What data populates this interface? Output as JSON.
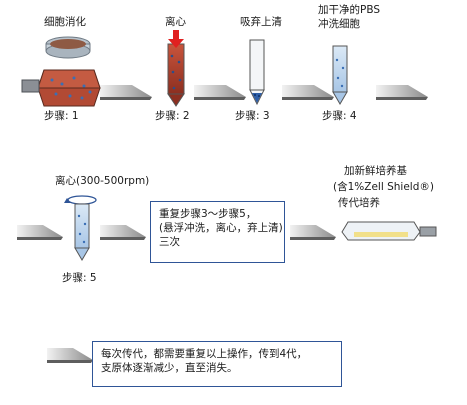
{
  "steps": [
    {
      "caption": "细胞消化",
      "step_label": "步骤: 1"
    },
    {
      "caption": "离心",
      "step_label": "步骤: 2"
    },
    {
      "caption": "吸弃上清",
      "step_label": "步骤: 3"
    },
    {
      "caption_line1": "加干净的PBS",
      "caption_line2": "冲洗细胞",
      "step_label": "步骤: 4"
    },
    {
      "caption": "离心(300-500rpm)",
      "step_label": "步骤: 5"
    }
  ],
  "repeat_box": {
    "line1": "重复步骤3～步骤5，",
    "line2": "(悬浮冲洗，离心，弃上清)",
    "line3": "三次"
  },
  "passage": {
    "line1": "加新鲜培养基",
    "line2": "(含1%Zell Shield®)",
    "line3": "传代培养"
  },
  "note_box": {
    "line1": "每次传代，都需要重复以上操作，传到4代，",
    "line2": "支原体逐渐减少，直至消失。"
  },
  "colors": {
    "arrow_fill": "#8c8c8c",
    "arrow_edge": "#d8d8d8",
    "cell_red": "#a33a28",
    "cell_blue": "#3a6fb5",
    "box_border": "#2f5597"
  }
}
